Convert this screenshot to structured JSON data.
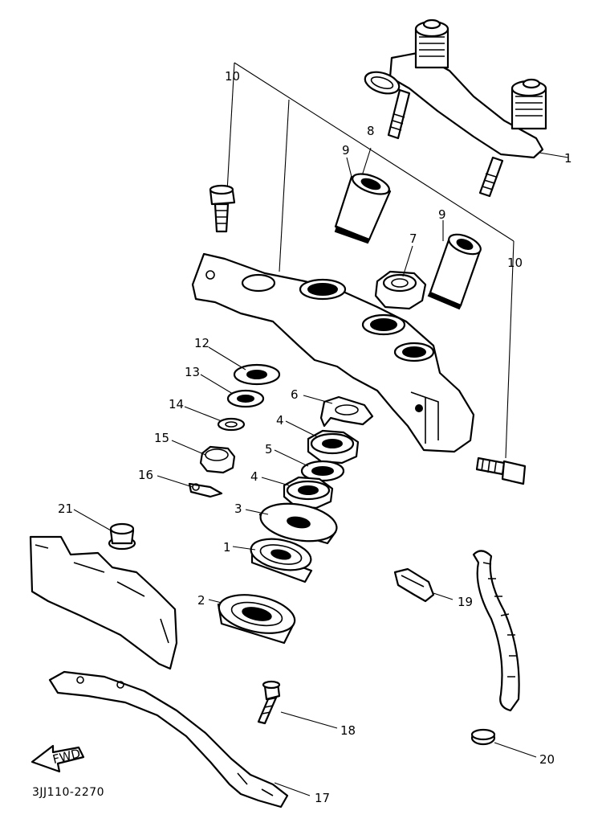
{
  "diagram_code": "3JJ110-2270",
  "fwd_arrow_label": "FWD",
  "callouts": {
    "c1_upper": "1",
    "c10_left": "10",
    "c8": "8",
    "c9_left": "9",
    "c9_right": "9",
    "c7": "7",
    "c10_right": "10",
    "c12": "12",
    "c13": "13",
    "c14": "14",
    "c15": "15",
    "c16": "16",
    "c6": "6",
    "c4_upper": "4",
    "c5": "5",
    "c4_lower": "4",
    "c3": "3",
    "c1_lower": "1",
    "c2": "2",
    "c21": "21",
    "c19": "19",
    "c18": "18",
    "c17": "17",
    "c20": "20"
  }
}
